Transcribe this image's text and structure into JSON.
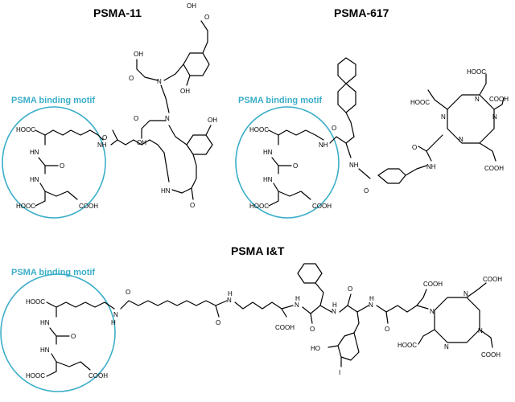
{
  "titles": {
    "psma11": "PSMA-11",
    "psma617": "PSMA-617",
    "psmait": "PSMA I&T"
  },
  "motif_label": "PSMA binding motif",
  "atoms": {
    "cooh": "COOH",
    "hooc": "HOOC",
    "nh": "NH",
    "hn": "HN",
    "n": "N",
    "o": "O",
    "oh": "OH",
    "ho": "HO",
    "h": "H",
    "i": "I"
  },
  "colors": {
    "motif": "#3aaec8",
    "bond": "#000000"
  }
}
